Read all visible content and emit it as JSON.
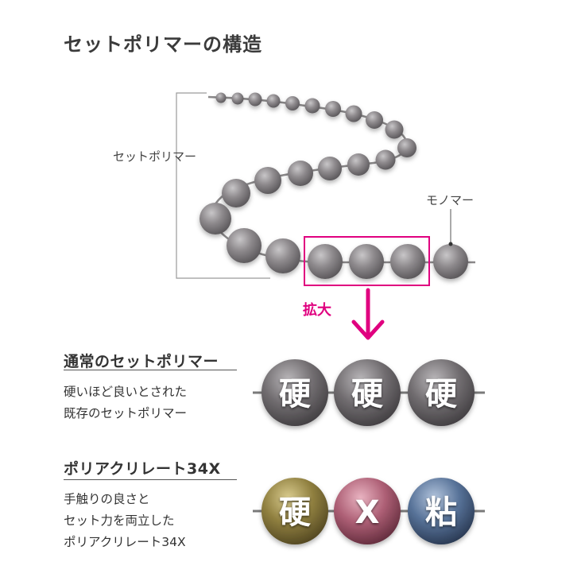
{
  "title": "セットポリマーの構造",
  "diagram": {
    "polymer_label": "セットポリマー",
    "monomer_label": "モノマー",
    "zoom_label": "拡大",
    "highlight_color": "#e0007f"
  },
  "sections": [
    {
      "title": "通常のセットポリマー",
      "description_lines": [
        "硬いほど良いとされた",
        "既存のセットポリマー"
      ],
      "beads": [
        {
          "char": "硬",
          "color": "#6f6b6e"
        },
        {
          "char": "硬",
          "color": "#6f6b6e"
        },
        {
          "char": "硬",
          "color": "#6f6b6e"
        }
      ]
    },
    {
      "title": "ポリアクリレート34X",
      "description_lines": [
        "手触りの良さと",
        "セット力を両立した",
        "ポリアクリレート34X"
      ],
      "beads": [
        {
          "char": "硬",
          "color": "#8a7a3c"
        },
        {
          "char": "X",
          "color": "#a85a70"
        },
        {
          "char": "粘",
          "color": "#4e6a90"
        }
      ]
    }
  ]
}
